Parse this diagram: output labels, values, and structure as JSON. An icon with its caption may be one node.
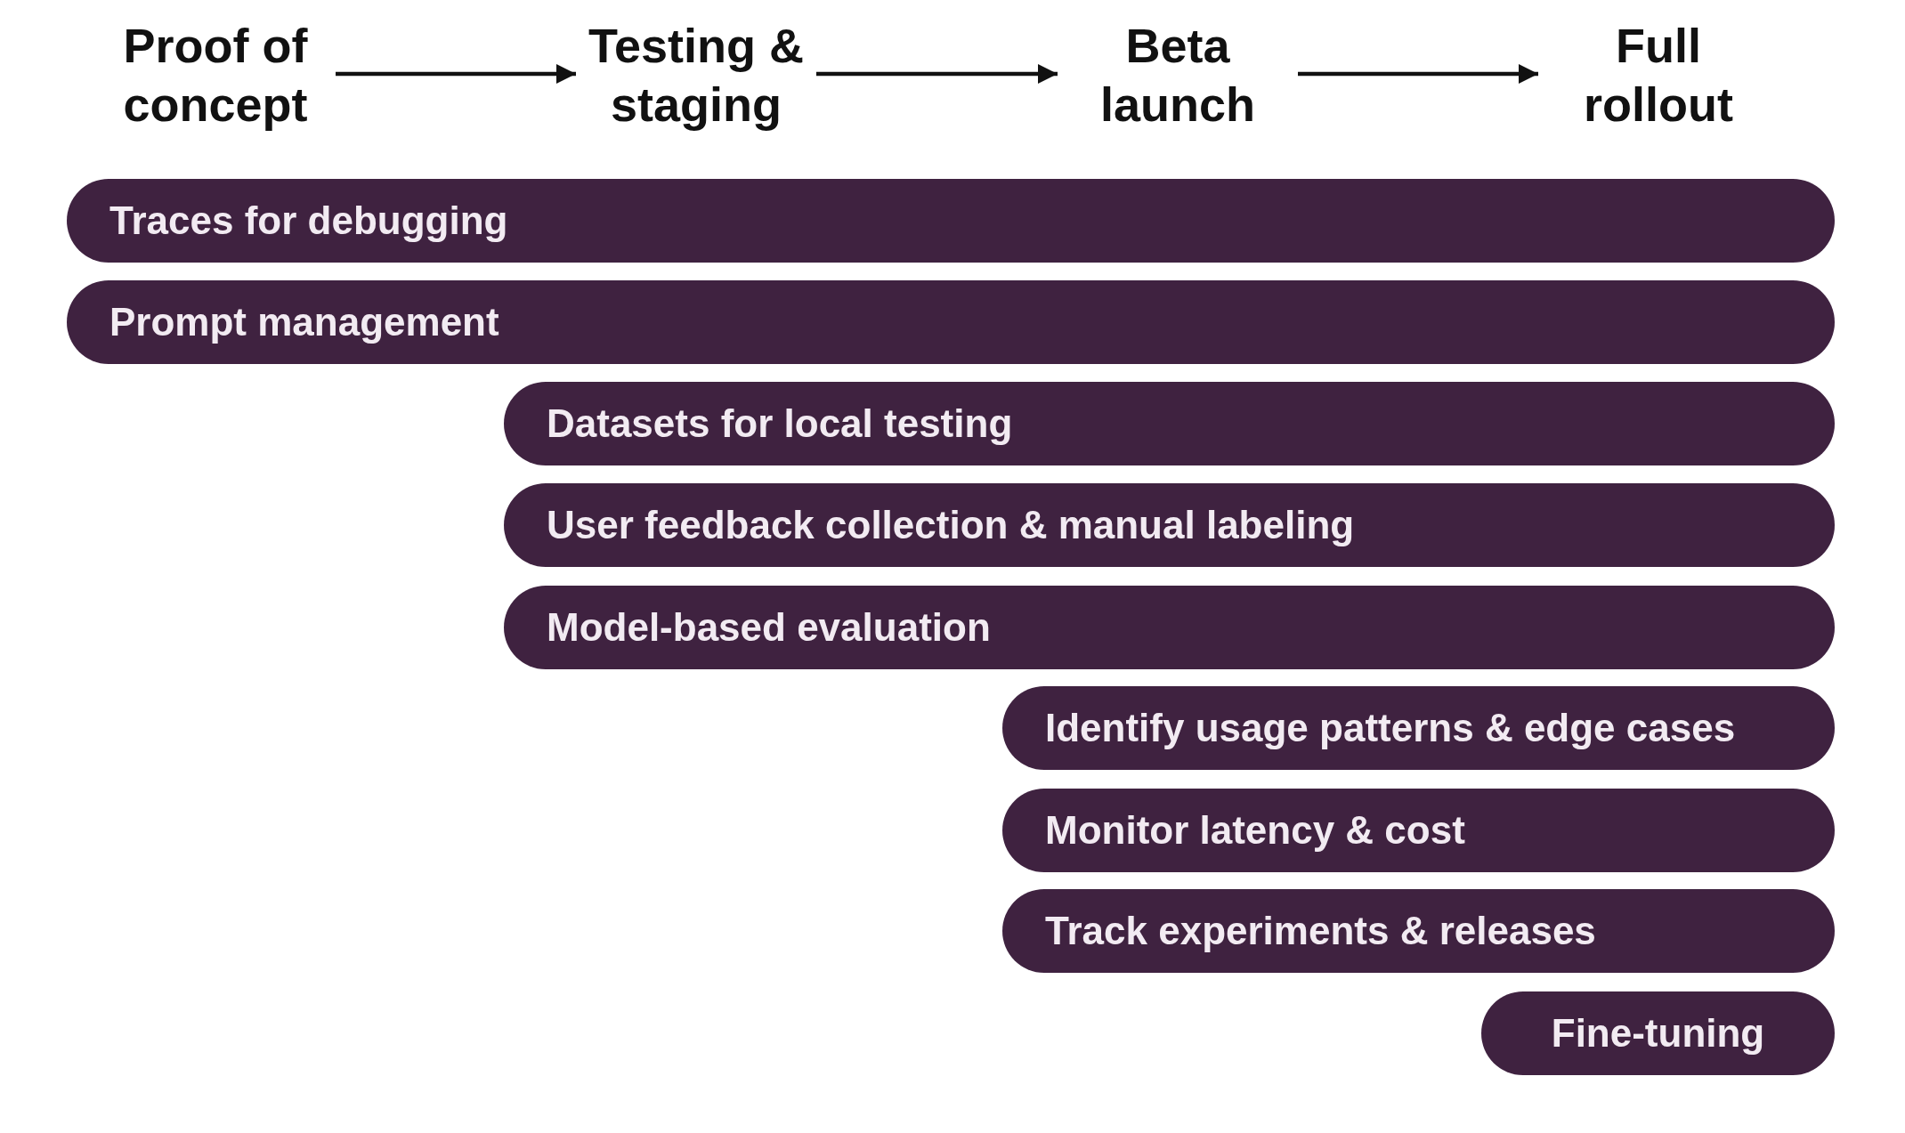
{
  "diagram": {
    "nodes": [
      {
        "text": [
          "Proof of concept"
        ]
      },
      {
        "text": [
          "Testing & staging"
        ]
      },
      {
        "text": [
          "Beta launch"
        ]
      },
      {
        "text": [
          "Full rollout"
        ]
      },
      {
        "text": [
          "Traces for debugging"
        ]
      },
      {
        "text": [
          "Prompt management"
        ]
      },
      {
        "text": [
          "Datasets for local testing"
        ]
      },
      {
        "text": [
          "User feedback collection & manual labeling"
        ]
      },
      {
        "text": [
          "Model-based evaluation"
        ]
      },
      {
        "text": [
          "Identify usage patterns & edge cases"
        ]
      },
      {
        "text": [
          "Monitor latency & cost"
        ]
      },
      {
        "text": [
          "Track experiments & releases"
        ]
      },
      {
        "text": [
          "Fine-tuning"
        ]
      }
    ],
    "edges": [
      {
        "from": 0,
        "to": 1,
        "arrow": "to"
      },
      {
        "from": 1,
        "to": 2,
        "arrow": "to"
      },
      {
        "from": 2,
        "to": 3,
        "arrow": "to"
      }
    ]
  }
}
